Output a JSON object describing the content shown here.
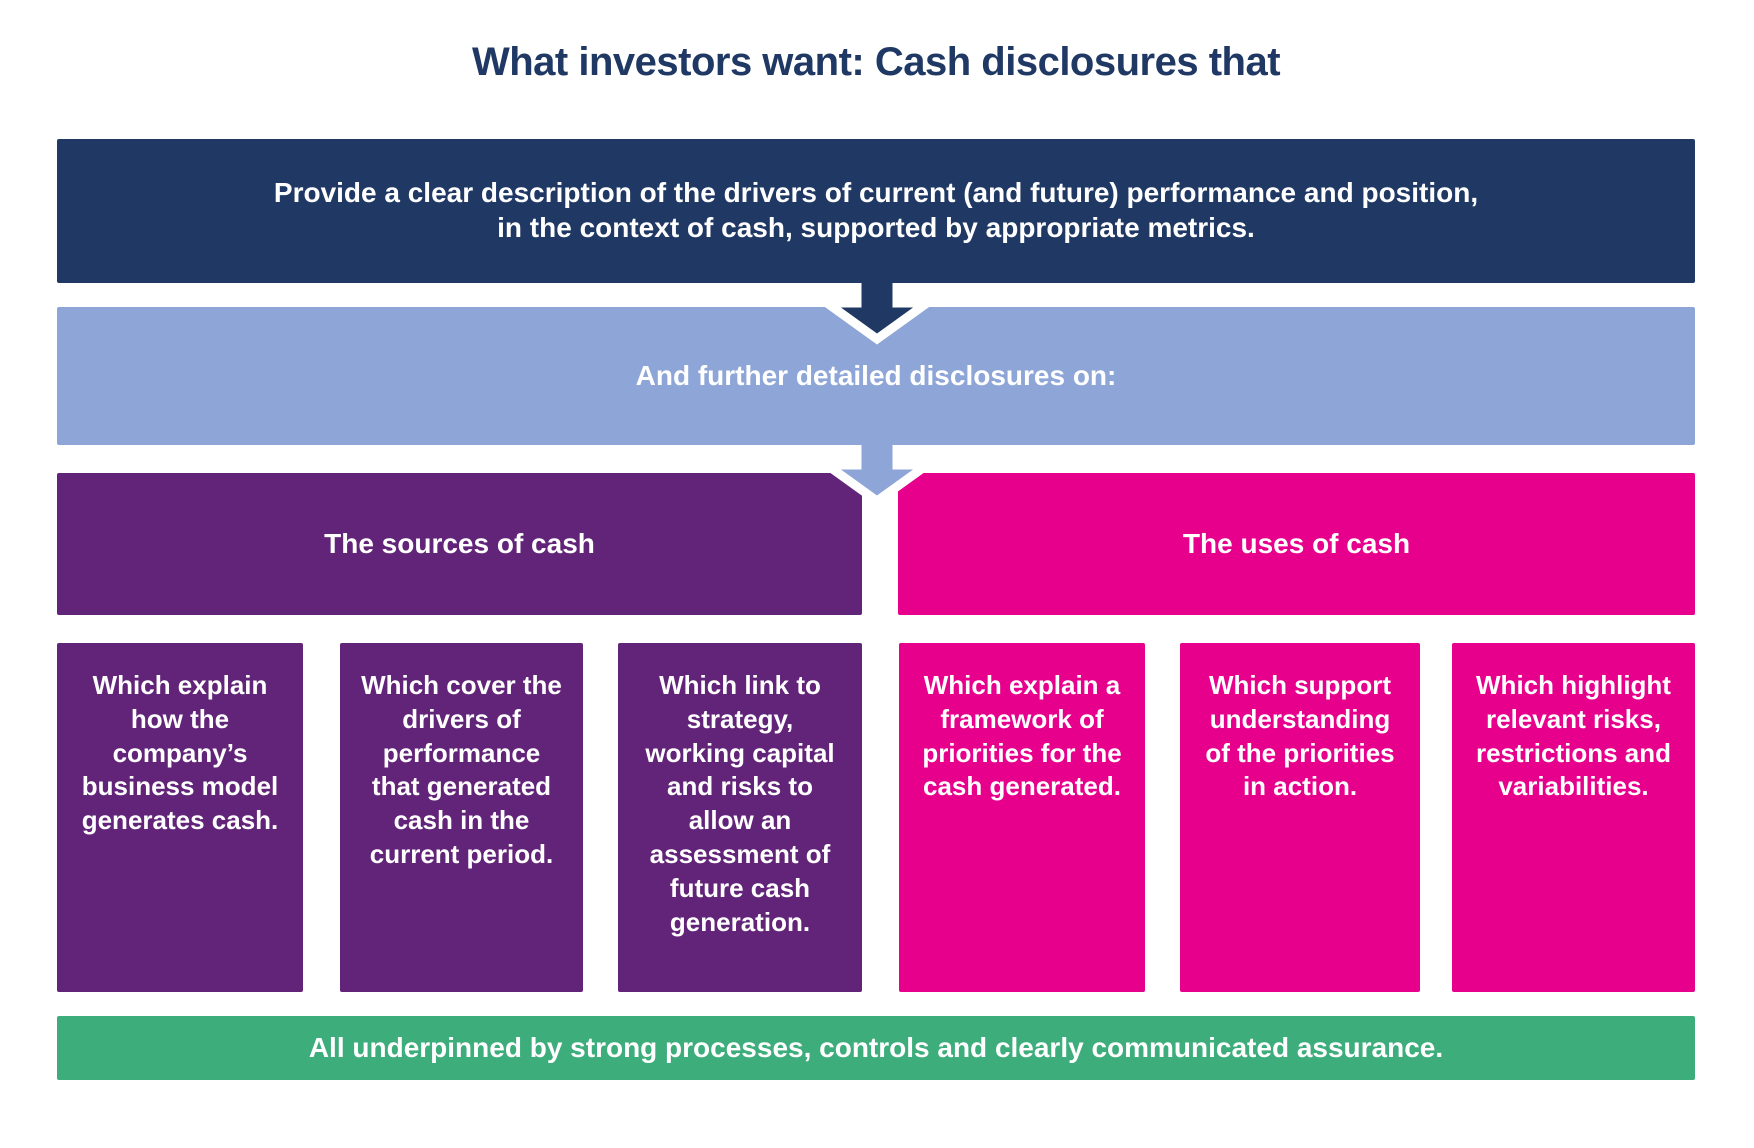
{
  "page": {
    "title": "What investors want: Cash disclosures that"
  },
  "colors": {
    "navy": "#1F3864",
    "light_blue": "#8EA5D8",
    "purple": "#622478",
    "magenta": "#E6008C",
    "green": "#3EAD7C"
  },
  "banner_top": {
    "line1": "Provide a clear description of the drivers of current (and future) performance and position,",
    "line2": "in the context of cash, supported by appropriate metrics."
  },
  "banner_secondary": {
    "text": "And further detailed disclosures on:"
  },
  "columns": {
    "sources": {
      "header": "The sources of cash",
      "items": [
        "Which explain how the company’s business model generates cash.",
        "Which cover the drivers of performance that generated cash in the current period.",
        "Which link to strategy, working capital and risks to allow an assessment of future cash generation."
      ]
    },
    "uses": {
      "header": "The uses of cash",
      "items": [
        "Which explain a framework of priorities for the cash generated.",
        "Which support understanding of the priorities in action.",
        "Which highlight relevant risks, restrictions and variabilities."
      ]
    }
  },
  "footer": {
    "text": "All underpinned by strong processes, controls and clearly communicated assurance."
  }
}
